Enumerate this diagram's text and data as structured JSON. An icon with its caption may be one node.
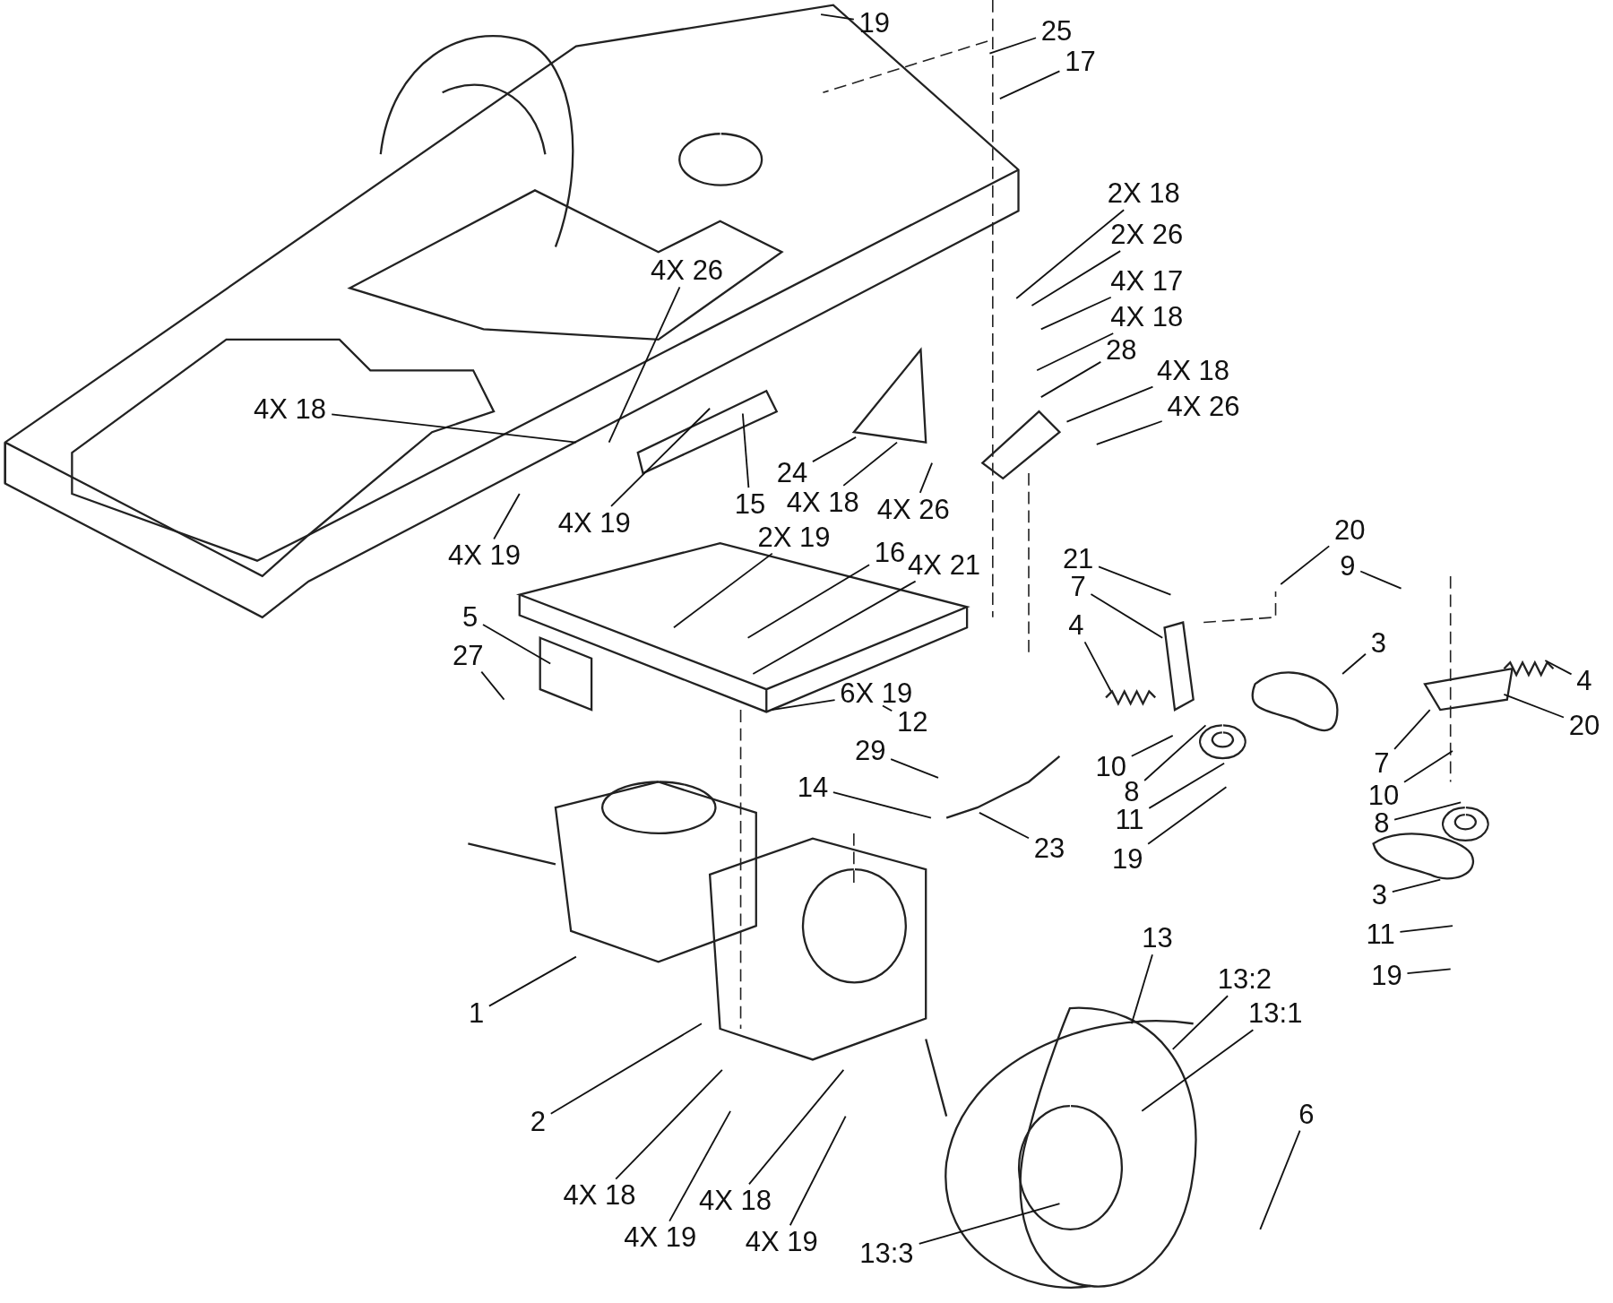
{
  "diagram": {
    "nodes": [
      {
        "text": [
          "19"
        ]
      },
      {
        "text": [
          "25"
        ]
      },
      {
        "text": [
          "17"
        ]
      },
      {
        "text": [
          "2X 18"
        ]
      },
      {
        "text": [
          "2X 26"
        ]
      },
      {
        "text": [
          "4X 17"
        ]
      },
      {
        "text": [
          "4X 18"
        ]
      },
      {
        "text": [
          "28"
        ]
      },
      {
        "text": [
          "4X 18"
        ]
      },
      {
        "text": [
          "4X 26"
        ]
      },
      {
        "text": [
          "4X 26"
        ]
      },
      {
        "text": [
          "4X 18"
        ]
      },
      {
        "text": [
          "4X 19"
        ]
      },
      {
        "text": [
          "15"
        ]
      },
      {
        "text": [
          "24"
        ]
      },
      {
        "text": [
          "4X 18"
        ]
      },
      {
        "text": [
          "4X 26"
        ]
      },
      {
        "text": [
          "4X 19"
        ]
      },
      {
        "text": [
          "2X 19"
        ]
      },
      {
        "text": [
          "16"
        ]
      },
      {
        "text": [
          "4X 21"
        ]
      },
      {
        "text": [
          "5"
        ]
      },
      {
        "text": [
          "27"
        ]
      },
      {
        "text": [
          "6X 19"
        ]
      },
      {
        "text": [
          "12"
        ]
      },
      {
        "text": [
          "29"
        ]
      },
      {
        "text": [
          "14"
        ]
      },
      {
        "text": [
          "23"
        ]
      },
      {
        "text": [
          "21"
        ]
      },
      {
        "text": [
          "7"
        ]
      },
      {
        "text": [
          "4"
        ]
      },
      {
        "text": [
          "20"
        ]
      },
      {
        "text": [
          "9"
        ]
      },
      {
        "text": [
          "3"
        ]
      },
      {
        "text": [
          "10"
        ]
      },
      {
        "text": [
          "8"
        ]
      },
      {
        "text": [
          "11"
        ]
      },
      {
        "text": [
          "19"
        ]
      },
      {
        "text": [
          "4"
        ]
      },
      {
        "text": [
          "20"
        ]
      },
      {
        "text": [
          "7"
        ]
      },
      {
        "text": [
          "10"
        ]
      },
      {
        "text": [
          "8"
        ]
      },
      {
        "text": [
          "3"
        ]
      },
      {
        "text": [
          "11"
        ]
      },
      {
        "text": [
          "19"
        ]
      },
      {
        "text": [
          "1"
        ]
      },
      {
        "text": [
          "2"
        ]
      },
      {
        "text": [
          "13"
        ]
      },
      {
        "text": [
          "13:2"
        ]
      },
      {
        "text": [
          "13:1"
        ]
      },
      {
        "text": [
          "6"
        ]
      },
      {
        "text": [
          "13:3"
        ]
      },
      {
        "text": [
          "4X 18"
        ]
      },
      {
        "text": [
          "4X 19"
        ]
      },
      {
        "text": [
          "4X 18"
        ]
      },
      {
        "text": [
          "4X 19"
        ]
      }
    ],
    "edges": [
      {
        "from": 0,
        "to": null,
        "arrow": "none"
      },
      {
        "from": 1,
        "to": null,
        "arrow": "none"
      },
      {
        "from": 2,
        "to": null,
        "arrow": "none"
      },
      {
        "from": 3,
        "to": null,
        "arrow": "none"
      },
      {
        "from": 4,
        "to": null,
        "arrow": "none"
      },
      {
        "from": 5,
        "to": null,
        "arrow": "none"
      },
      {
        "from": 6,
        "to": null,
        "arrow": "none"
      },
      {
        "from": 7,
        "to": null,
        "arrow": "none"
      },
      {
        "from": 8,
        "to": null,
        "arrow": "none"
      },
      {
        "from": 9,
        "to": null,
        "arrow": "none"
      },
      {
        "from": 10,
        "to": null,
        "arrow": "none"
      },
      {
        "from": 11,
        "to": null,
        "arrow": "none"
      },
      {
        "from": 12,
        "to": null,
        "arrow": "none"
      },
      {
        "from": 13,
        "to": null,
        "arrow": "none"
      },
      {
        "from": 14,
        "to": null,
        "arrow": "none"
      },
      {
        "from": 15,
        "to": null,
        "arrow": "none"
      },
      {
        "from": 16,
        "to": null,
        "arrow": "none"
      },
      {
        "from": 17,
        "to": null,
        "arrow": "none"
      },
      {
        "from": 18,
        "to": null,
        "arrow": "none"
      },
      {
        "from": 19,
        "to": null,
        "arrow": "none"
      },
      {
        "from": 20,
        "to": null,
        "arrow": "none"
      },
      {
        "from": 21,
        "to": null,
        "arrow": "none"
      },
      {
        "from": 22,
        "to": null,
        "arrow": "none"
      },
      {
        "from": 23,
        "to": null,
        "arrow": "none"
      },
      {
        "from": 24,
        "to": null,
        "arrow": "none"
      },
      {
        "from": 25,
        "to": null,
        "arrow": "none"
      },
      {
        "from": 26,
        "to": null,
        "arrow": "none"
      },
      {
        "from": 27,
        "to": null,
        "arrow": "none"
      },
      {
        "from": 28,
        "to": null,
        "arrow": "none"
      },
      {
        "from": 29,
        "to": null,
        "arrow": "none"
      },
      {
        "from": 30,
        "to": null,
        "arrow": "none"
      },
      {
        "from": 31,
        "to": null,
        "arrow": "none"
      },
      {
        "from": 32,
        "to": null,
        "arrow": "none"
      },
      {
        "from": 33,
        "to": null,
        "arrow": "none"
      },
      {
        "from": 34,
        "to": null,
        "arrow": "none"
      },
      {
        "from": 35,
        "to": null,
        "arrow": "none"
      },
      {
        "from": 36,
        "to": null,
        "arrow": "none"
      },
      {
        "from": 37,
        "to": null,
        "arrow": "none"
      },
      {
        "from": 38,
        "to": null,
        "arrow": "none"
      },
      {
        "from": 39,
        "to": null,
        "arrow": "none"
      },
      {
        "from": 40,
        "to": null,
        "arrow": "none"
      },
      {
        "from": 41,
        "to": null,
        "arrow": "none"
      },
      {
        "from": 42,
        "to": null,
        "arrow": "none"
      },
      {
        "from": 43,
        "to": null,
        "arrow": "none"
      },
      {
        "from": 44,
        "to": null,
        "arrow": "none"
      },
      {
        "from": 45,
        "to": null,
        "arrow": "none"
      },
      {
        "from": 46,
        "to": null,
        "arrow": "none"
      },
      {
        "from": 47,
        "to": null,
        "arrow": "none"
      },
      {
        "from": 48,
        "to": null,
        "arrow": "none"
      },
      {
        "from": 49,
        "to": null,
        "arrow": "none"
      },
      {
        "from": 50,
        "to": null,
        "arrow": "none"
      },
      {
        "from": 51,
        "to": null,
        "arrow": "none"
      },
      {
        "from": 52,
        "to": null,
        "arrow": "none"
      },
      {
        "from": 53,
        "to": null,
        "arrow": "none"
      },
      {
        "from": 54,
        "to": null,
        "arrow": "none"
      },
      {
        "from": 55,
        "to": null,
        "arrow": "none"
      },
      {
        "from": 56,
        "to": null,
        "arrow": "none"
      }
    ]
  }
}
